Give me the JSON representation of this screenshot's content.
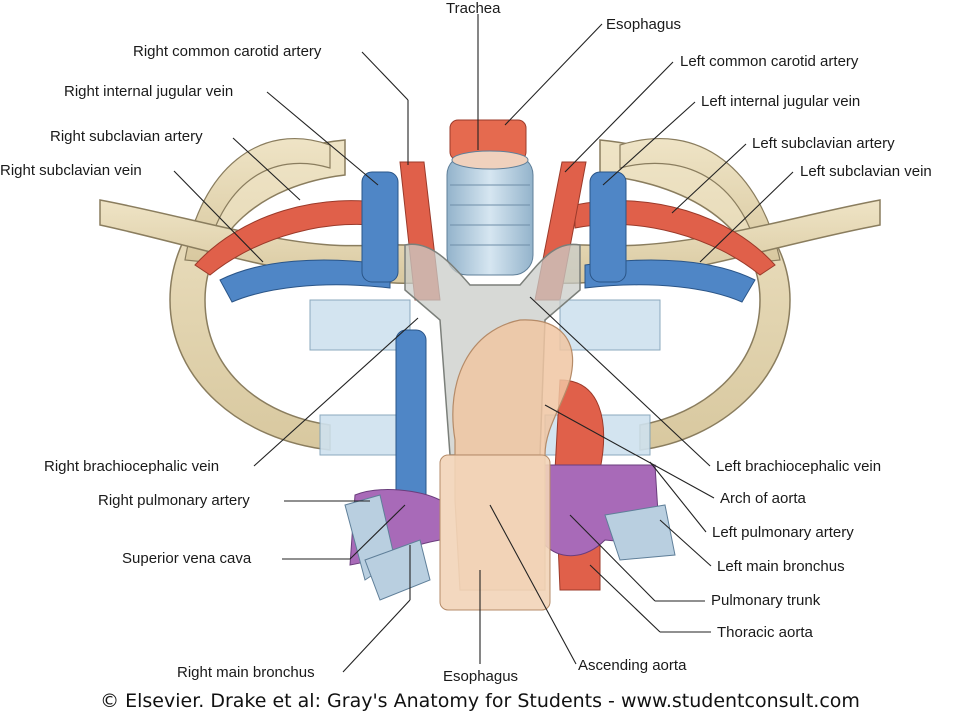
{
  "labels": {
    "trachea": "Trachea",
    "esophagus_top": "Esophagus",
    "right_common_carotid_artery": "Right common carotid artery",
    "left_common_carotid_artery": "Left common carotid artery",
    "right_internal_jugular_vein": "Right internal jugular vein",
    "left_internal_jugular_vein": "Left internal jugular vein",
    "right_subclavian_artery": "Right subclavian artery",
    "left_subclavian_artery": "Left subclavian artery",
    "right_subclavian_vein": "Right subclavian vein",
    "left_subclavian_vein": "Left subclavian vein",
    "right_brachiocephalic_vein": "Right brachiocephalic vein",
    "left_brachiocephalic_vein": "Left brachiocephalic vein",
    "arch_of_aorta": "Arch of aorta",
    "right_pulmonary_artery": "Right pulmonary artery",
    "left_pulmonary_artery": "Left pulmonary artery",
    "superior_vena_cava": "Superior vena cava",
    "left_main_bronchus": "Left main bronchus",
    "pulmonary_trunk": "Pulmonary trunk",
    "thoracic_aorta": "Thoracic aorta",
    "right_main_bronchus": "Right main bronchus",
    "esophagus_bottom": "Esophagus",
    "ascending_aorta": "Ascending aorta"
  },
  "credit": "© Elsevier. Drake et al: Gray's Anatomy for Students - www.studentconsult.com",
  "colors": {
    "bone": "#e3d6b5",
    "bone_outline": "#8a7d5e",
    "artery": "#e0604a",
    "vein": "#4f86c6",
    "trachea": "#b9cfe0",
    "esophagus": "#f0c6a2",
    "pulmonary": "#a86ab8",
    "cartilage": "#cfe2ef",
    "sternum": "#c9ccc8"
  }
}
